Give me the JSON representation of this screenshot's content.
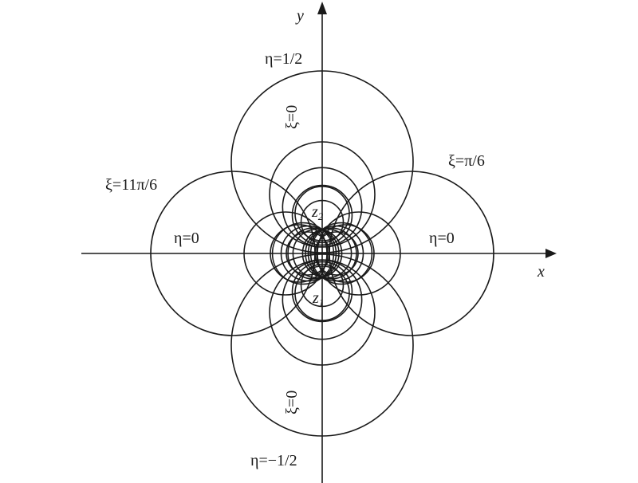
{
  "axes": {
    "x_label": "x",
    "y_label": "y"
  },
  "labels": {
    "eta_top": "η=1/2",
    "eta_bottom": "η=−1/2",
    "eta_left": "η=0",
    "eta_right": "η=0",
    "xi_right": "ξ=π/6",
    "xi_left": "ξ=11π/6",
    "xi_upper": "ξ=0",
    "xi_lower": "ξ=0",
    "z1": "z",
    "z1_sub": "1",
    "z2": "z",
    "z2_sub": "2"
  },
  "colors": {
    "ink": "#1a1a1a",
    "background": "#ffffff"
  }
}
